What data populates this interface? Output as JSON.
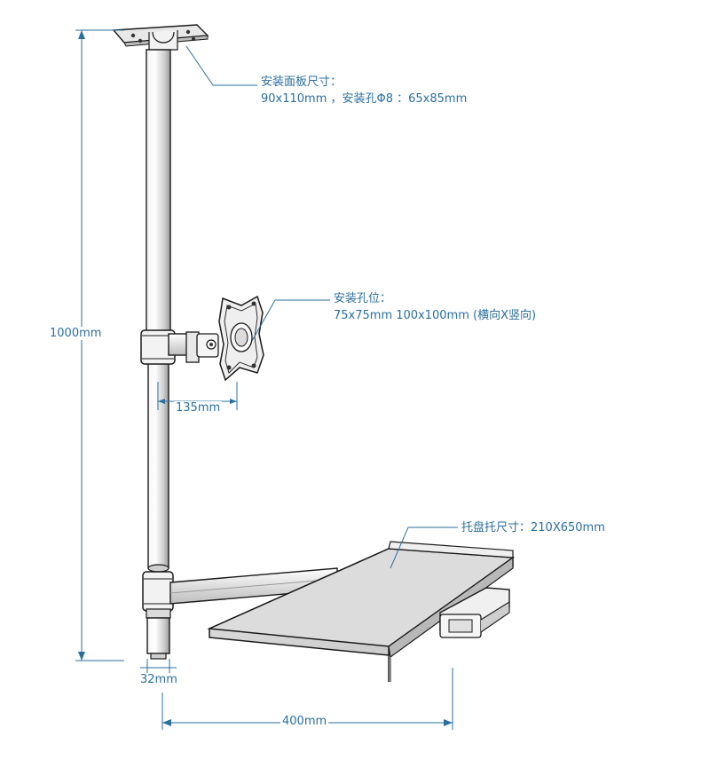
{
  "annotations": {
    "top_plate": {
      "line1": "安装面板尺寸：",
      "line2": "90x110mm   ，安装孔Φ8 ：65x85mm"
    },
    "vesa": {
      "line1": "安装孔位：",
      "line2": "75x75mm  100x100mm (横向X竖向)"
    },
    "tray": {
      "line1": "托盘托尺寸：210X650mm"
    }
  },
  "dimensions": {
    "height": "1000mm",
    "arm_offset": "135mm",
    "pole_diameter": "32mm",
    "tray_arm": "400mm"
  },
  "colors": {
    "dimension": "#2a6f9e",
    "outline": "#1a1a1a",
    "panel_fill": "#d8d8d8"
  }
}
